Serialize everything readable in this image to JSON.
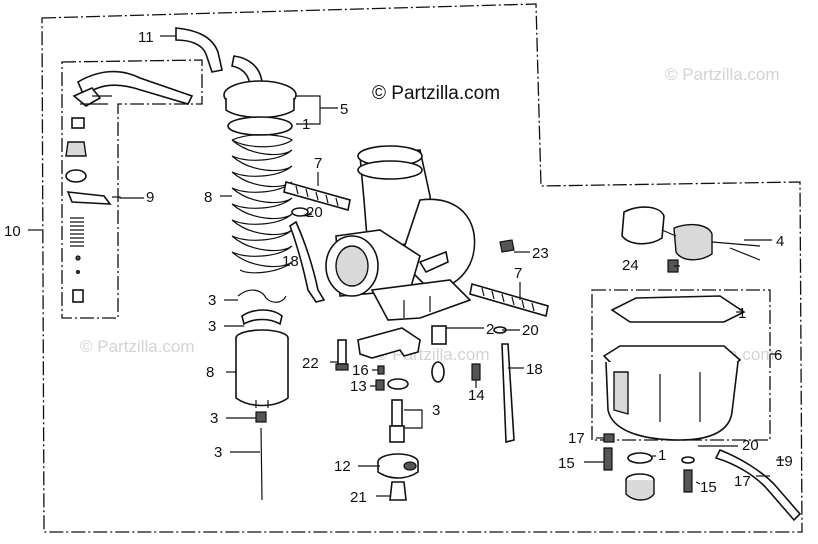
{
  "watermark": {
    "main": "© Partzilla.com",
    "faint": [
      "© Partzilla.com",
      "© Partzilla.com",
      "© Partzilla.com",
      "© Partzilla.com"
    ]
  },
  "callouts": {
    "c1a": "1",
    "c1b": "1",
    "c1c": "1",
    "c2": "2",
    "c3a": "3",
    "c3b": "3",
    "c3c": "3",
    "c3d": "3",
    "c3e": "3",
    "c4": "4",
    "c5": "5",
    "c6": "6",
    "c7a": "7",
    "c7b": "7",
    "c8a": "8",
    "c8b": "8",
    "c9": "9",
    "c10": "10",
    "c11": "11",
    "c12": "12",
    "c13": "13",
    "c14": "14",
    "c15a": "15",
    "c15b": "15",
    "c16": "16",
    "c17a": "17",
    "c17b": "17",
    "c18a": "18",
    "c18b": "18",
    "c19": "19",
    "c20a": "20",
    "c20b": "20",
    "c20c": "20",
    "c21": "21",
    "c22": "22",
    "c23": "23",
    "c24": "24"
  },
  "colors": {
    "ink": "#111111",
    "watermark_faint": "#d3d3d3",
    "shade": "#d9d9d9"
  }
}
